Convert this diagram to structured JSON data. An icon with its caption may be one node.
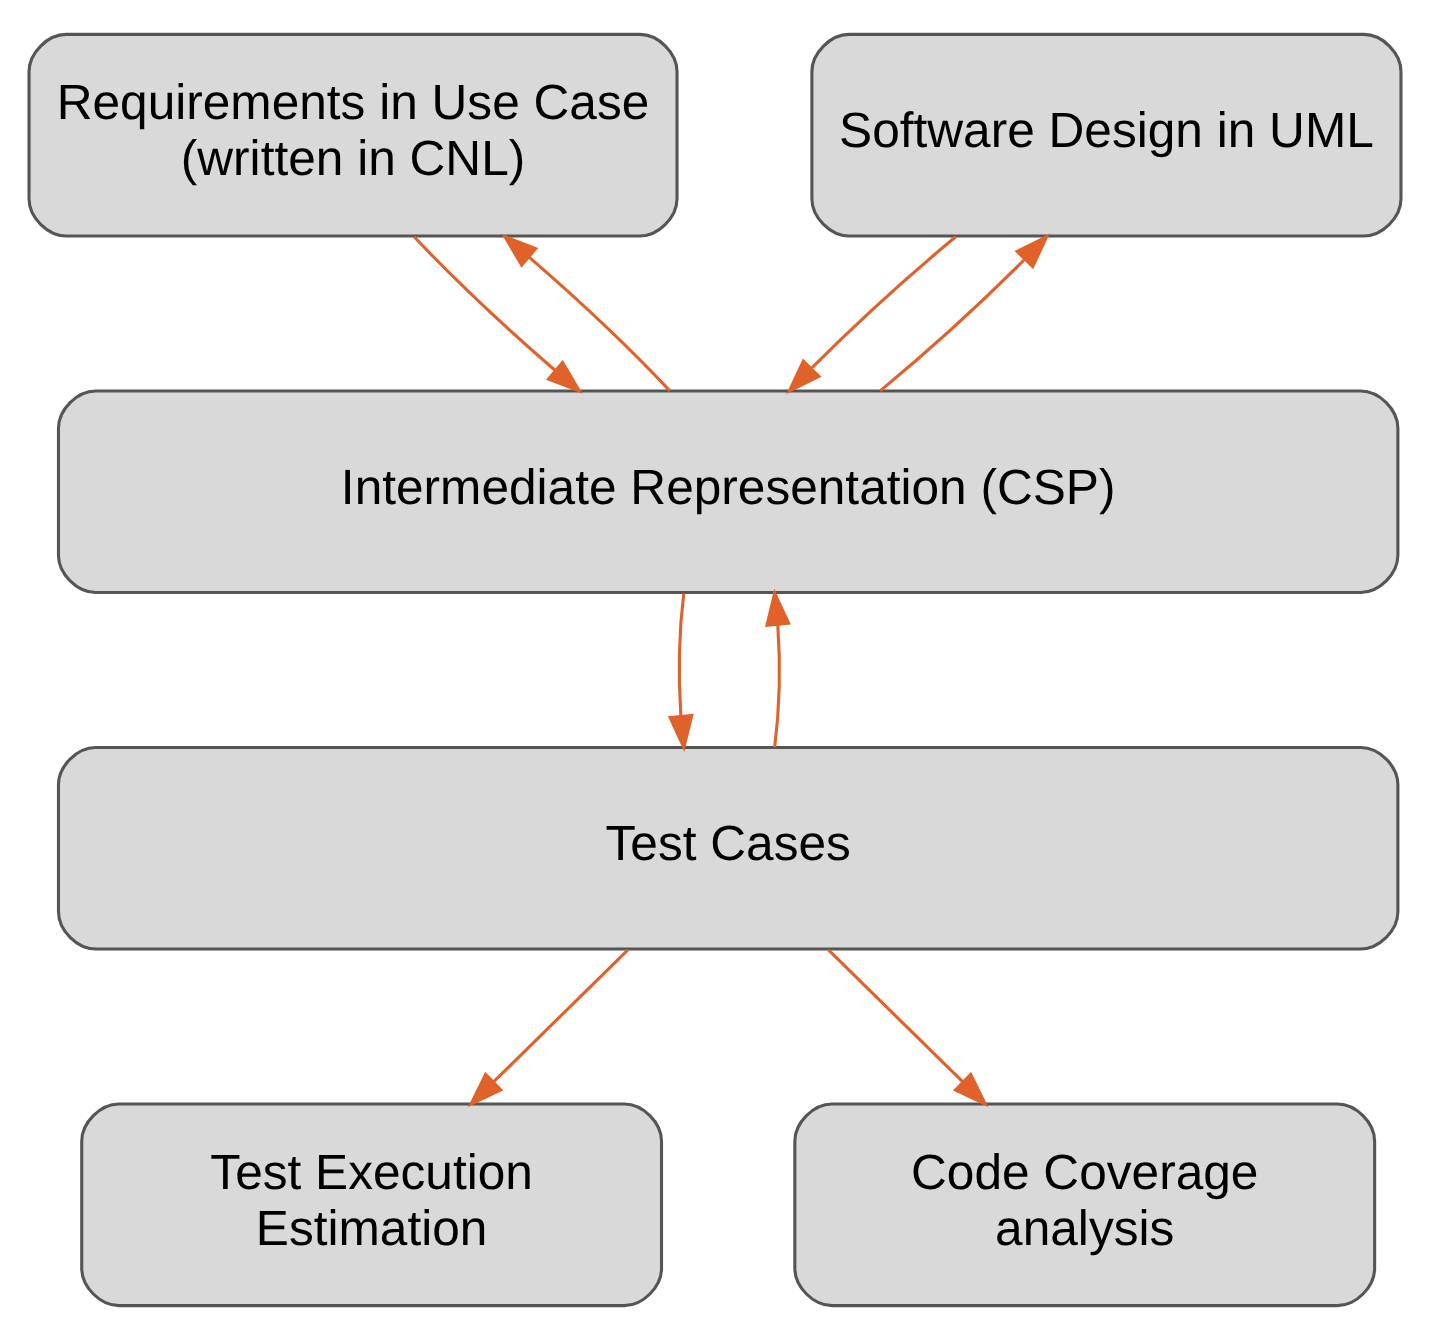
{
  "diagram": {
    "nodes": [
      {
        "text": [
          "Requirements in Use Case (written in CNL)"
        ]
      },
      {
        "text": [
          "Software Design in UML"
        ]
      },
      {
        "text": [
          "Intermediate Representation (CSP)"
        ]
      },
      {
        "text": [
          "Test Cases"
        ]
      },
      {
        "text": [
          "Test Execution Estimation"
        ]
      },
      {
        "text": [
          "Code Coverage analysis"
        ]
      }
    ],
    "edges": [
      {
        "from": 0,
        "to": 2,
        "arrow": "to"
      },
      {
        "from": 2,
        "to": 0,
        "arrow": "to"
      },
      {
        "from": 1,
        "to": 2,
        "arrow": "to"
      },
      {
        "from": 2,
        "to": 1,
        "arrow": "to"
      },
      {
        "from": 2,
        "to": 3,
        "arrow": "to"
      },
      {
        "from": 3,
        "to": 2,
        "arrow": "to"
      },
      {
        "from": 3,
        "to": 4,
        "arrow": "to"
      },
      {
        "from": 3,
        "to": 5,
        "arrow": "to"
      }
    ]
  }
}
